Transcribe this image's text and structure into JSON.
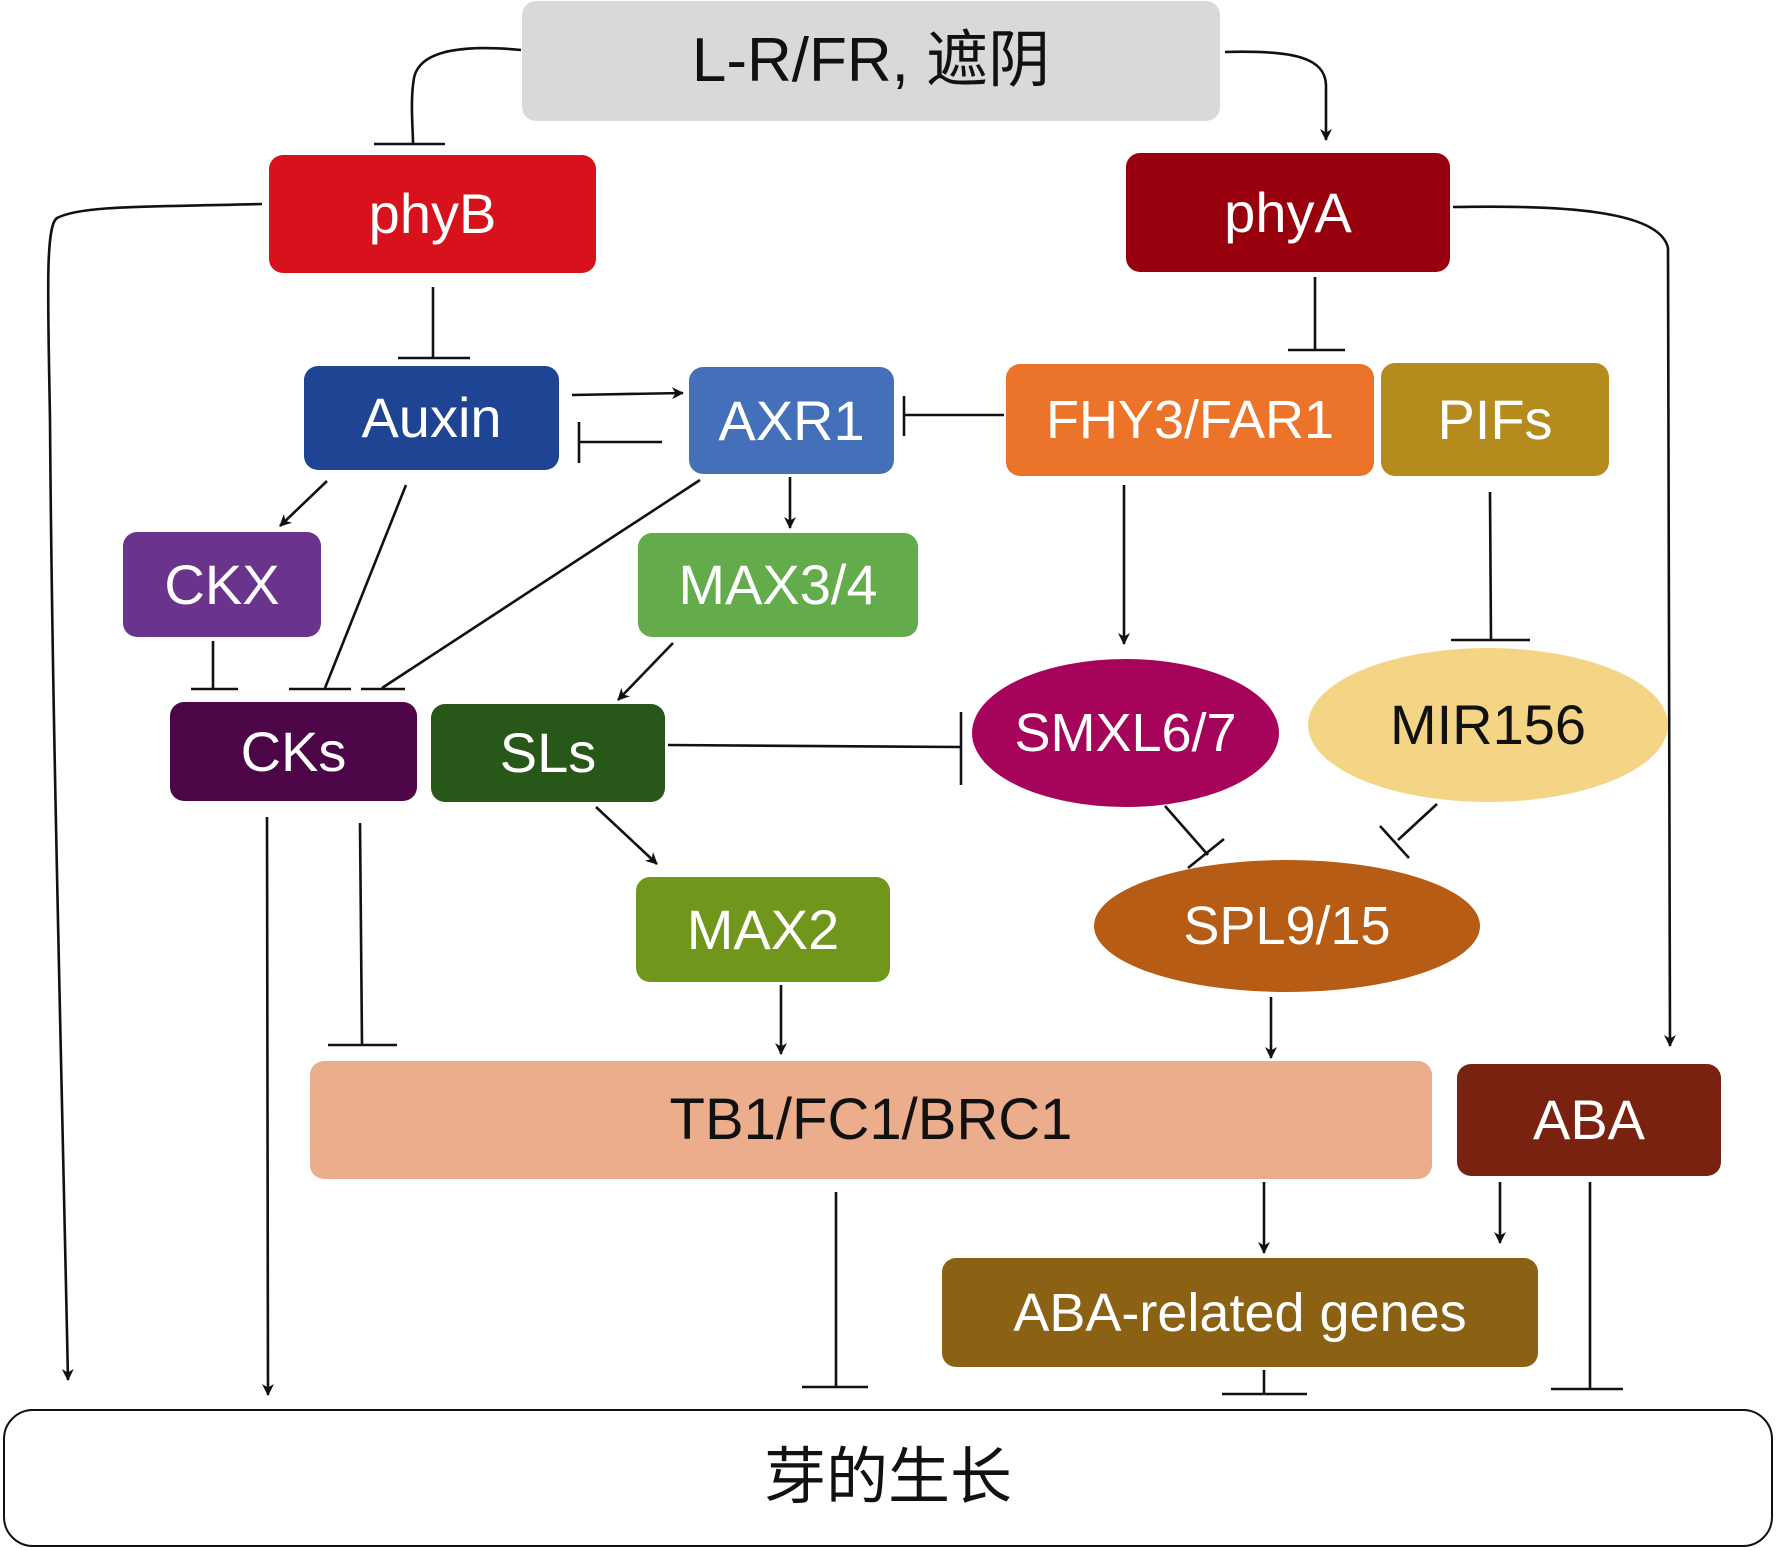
{
  "nodes": {
    "light": {
      "label": "L-R/FR, 遮阴",
      "color": "#d9d9d9"
    },
    "phyB": {
      "label": "phyB",
      "color": "#d7121c"
    },
    "phyA": {
      "label": "phyA",
      "color": "#99000e"
    },
    "auxin": {
      "label": "Auxin",
      "color": "#1f4494"
    },
    "axr1": {
      "label": "AXR1",
      "color": "#4470b9"
    },
    "fhy3": {
      "label": "FHY3/FAR1",
      "color": "#ec742a"
    },
    "pifs": {
      "label": "PIFs",
      "color": "#b48b1c"
    },
    "ckx": {
      "label": "CKX",
      "color": "#6b348c"
    },
    "max34": {
      "label": "MAX3/4",
      "color": "#63ab4b"
    },
    "cks": {
      "label": "CKs",
      "color": "#4c0648"
    },
    "sls": {
      "label": "SLs",
      "color": "#275719"
    },
    "smxl": {
      "label": "SMXL6/7",
      "color": "#a6045a"
    },
    "mir156": {
      "label": "MIR156",
      "color": "#f3d585"
    },
    "max2": {
      "label": "MAX2",
      "color": "#70961c"
    },
    "spl": {
      "label": "SPL9/15",
      "color": "#b65c14"
    },
    "tb1": {
      "label": "TB1/FC1/BRC1",
      "color": "#ebad8b"
    },
    "aba": {
      "label": "ABA",
      "color": "#7a2210"
    },
    "aba_genes": {
      "label": "ABA-related genes",
      "color": "#8b6214"
    },
    "bud": {
      "label": "芽的生长",
      "color": "#ffffff"
    }
  }
}
